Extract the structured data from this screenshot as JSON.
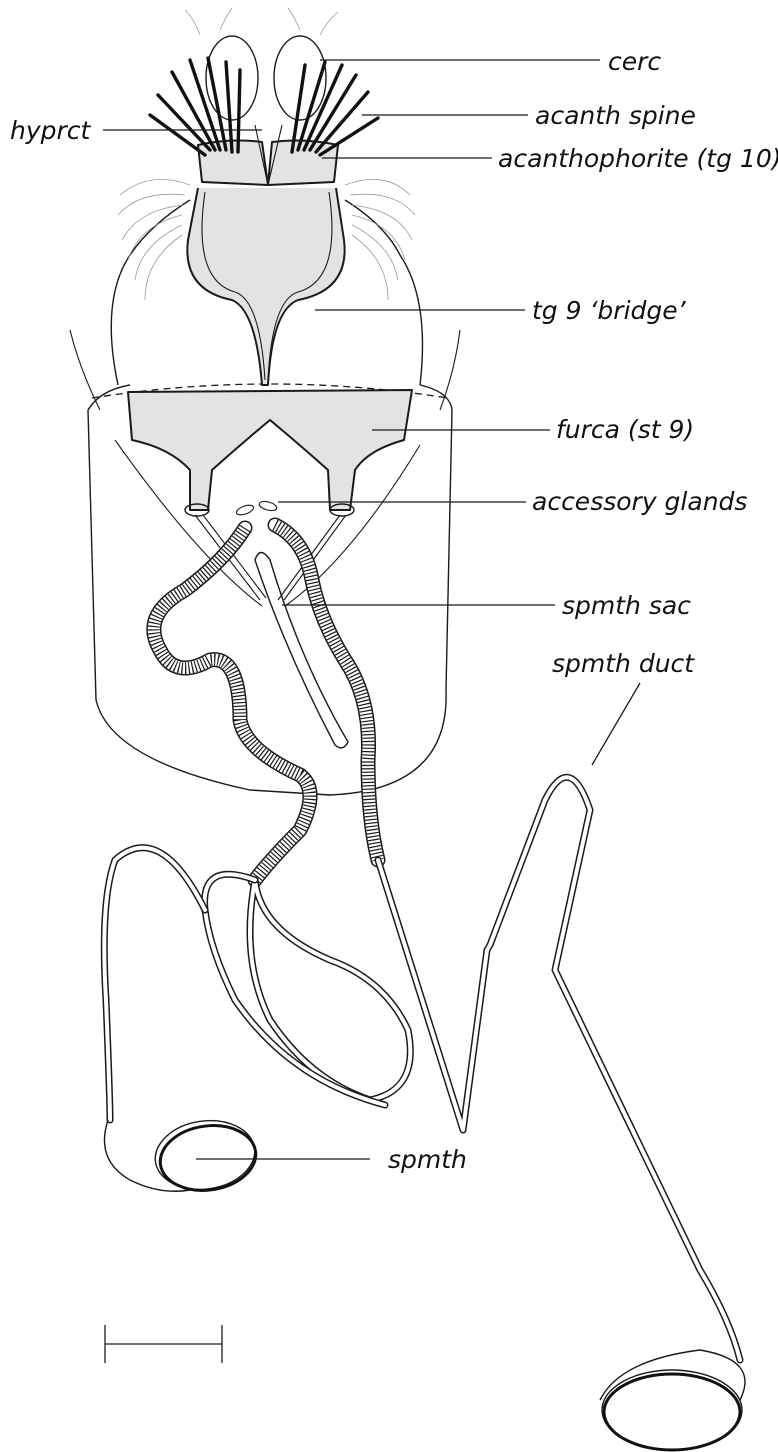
{
  "labels": {
    "cerc": "cerc",
    "acanth_spine": "acanth spine",
    "hyprct": "hyprct",
    "acanthophorite": "acanthophorite (tg 10)",
    "tg9_bridge": "tg 9 ‘bridge’",
    "furca": "furca (st 9)",
    "accessory_glands": "accessory glands",
    "spmth_sac": "spmth sac",
    "spmth_duct": "spmth duct",
    "spmth": "spmth"
  },
  "colors": {
    "ink": "#1a1a1a",
    "sclerite_fill": "#e3e3e3",
    "background": "#ffffff"
  }
}
